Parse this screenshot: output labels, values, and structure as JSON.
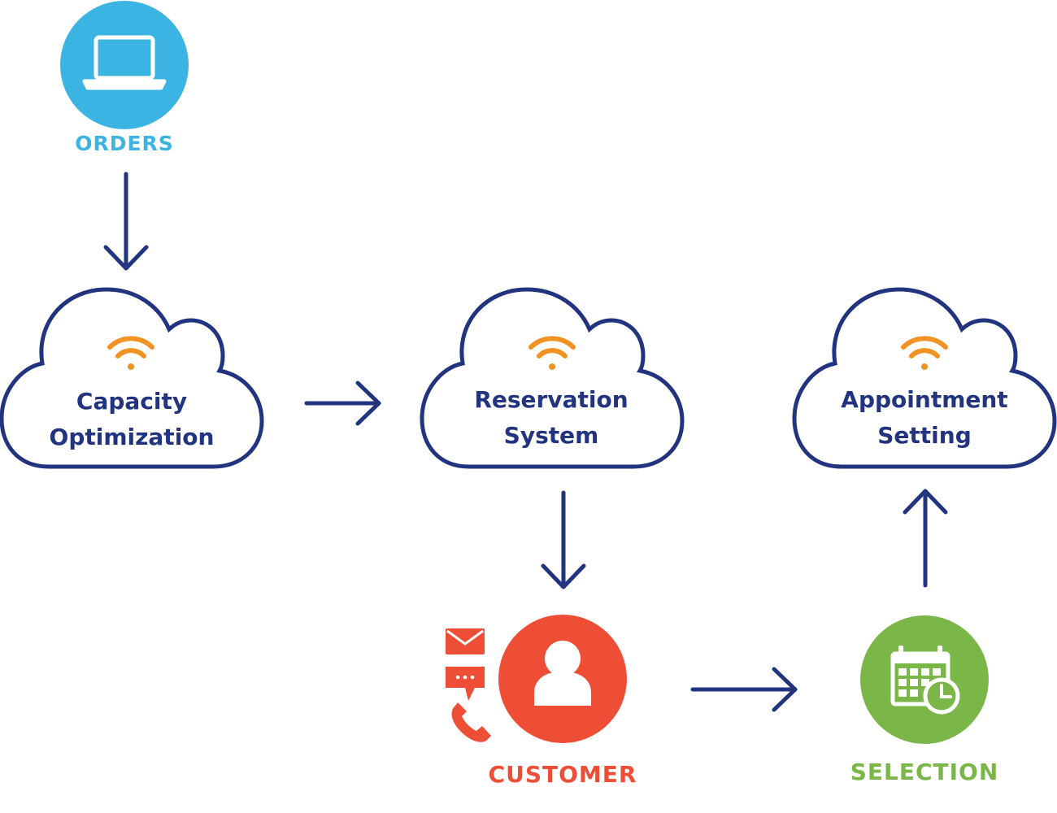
{
  "colors": {
    "primary_blue": "#22337f",
    "orders_blue": "#3cb4e3",
    "customer_red": "#ef4e36",
    "selection_green": "#7ab648",
    "wifi_orange": "#f29223"
  },
  "nodes": {
    "orders": {
      "label": "ORDERS",
      "icon": "laptop-icon"
    },
    "customer": {
      "label": "CUSTOMER",
      "icon": "user-icon",
      "side_icons": [
        "envelope-icon",
        "chat-bubble-icon",
        "phone-icon"
      ]
    },
    "selection": {
      "label": "SELECTION",
      "icon": "calendar-clock-icon"
    }
  },
  "clouds": {
    "capacity": {
      "line1": "Capacity",
      "line2": "Optimization",
      "icon": "wifi-icon"
    },
    "reservation": {
      "line1": "Reservation",
      "line2": "System",
      "icon": "wifi-icon"
    },
    "appointment": {
      "line1": "Appointment",
      "line2": "Setting",
      "icon": "wifi-icon"
    }
  }
}
